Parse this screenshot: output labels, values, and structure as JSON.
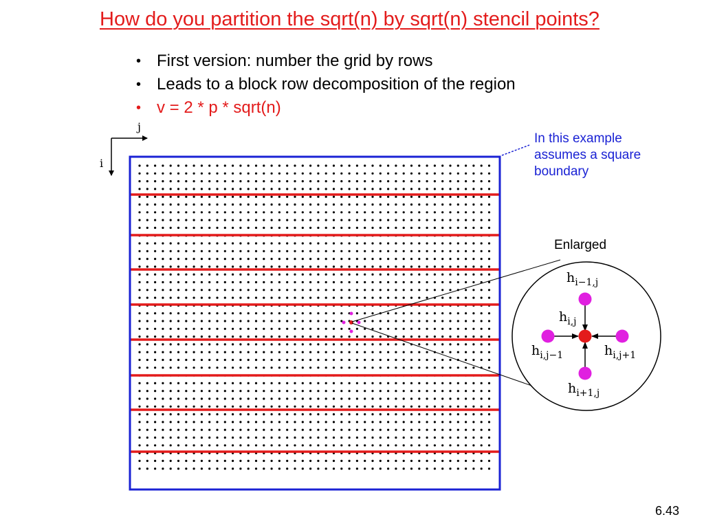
{
  "slide": {
    "title": "How do you partition the sqrt(n) by sqrt(n) stencil points?",
    "bullets": [
      {
        "text": "First version: number the grid by rows",
        "color": "#000000"
      },
      {
        "text": "Leads to a block row decomposition of the region",
        "color": "#000000"
      },
      {
        "text": "v = 2 * p * sqrt(n)",
        "color": "#e31b1b"
      }
    ],
    "page_number": "6.43"
  },
  "figure": {
    "axis_labels": {
      "j": "j",
      "i": "i"
    },
    "callout_text": [
      "In this example",
      "assumes a square",
      "boundary"
    ],
    "enlarged_label": "Enlarged",
    "stencil_labels": {
      "top": {
        "base": "h",
        "sub": "i−1,j"
      },
      "center": {
        "base": "h",
        "sub": "i,j"
      },
      "left": {
        "base": "h",
        "sub": "i,j−1"
      },
      "right": {
        "base": "h",
        "sub": "i,j+1"
      },
      "bottom": {
        "base": "h",
        "sub": "i+1,j"
      }
    },
    "colors": {
      "boundary": "#1a22d4",
      "partition": "#e31b1b",
      "neighbor": "#e020e0",
      "center": "#e31b1b",
      "callout_text": "#1a22d4"
    }
  }
}
